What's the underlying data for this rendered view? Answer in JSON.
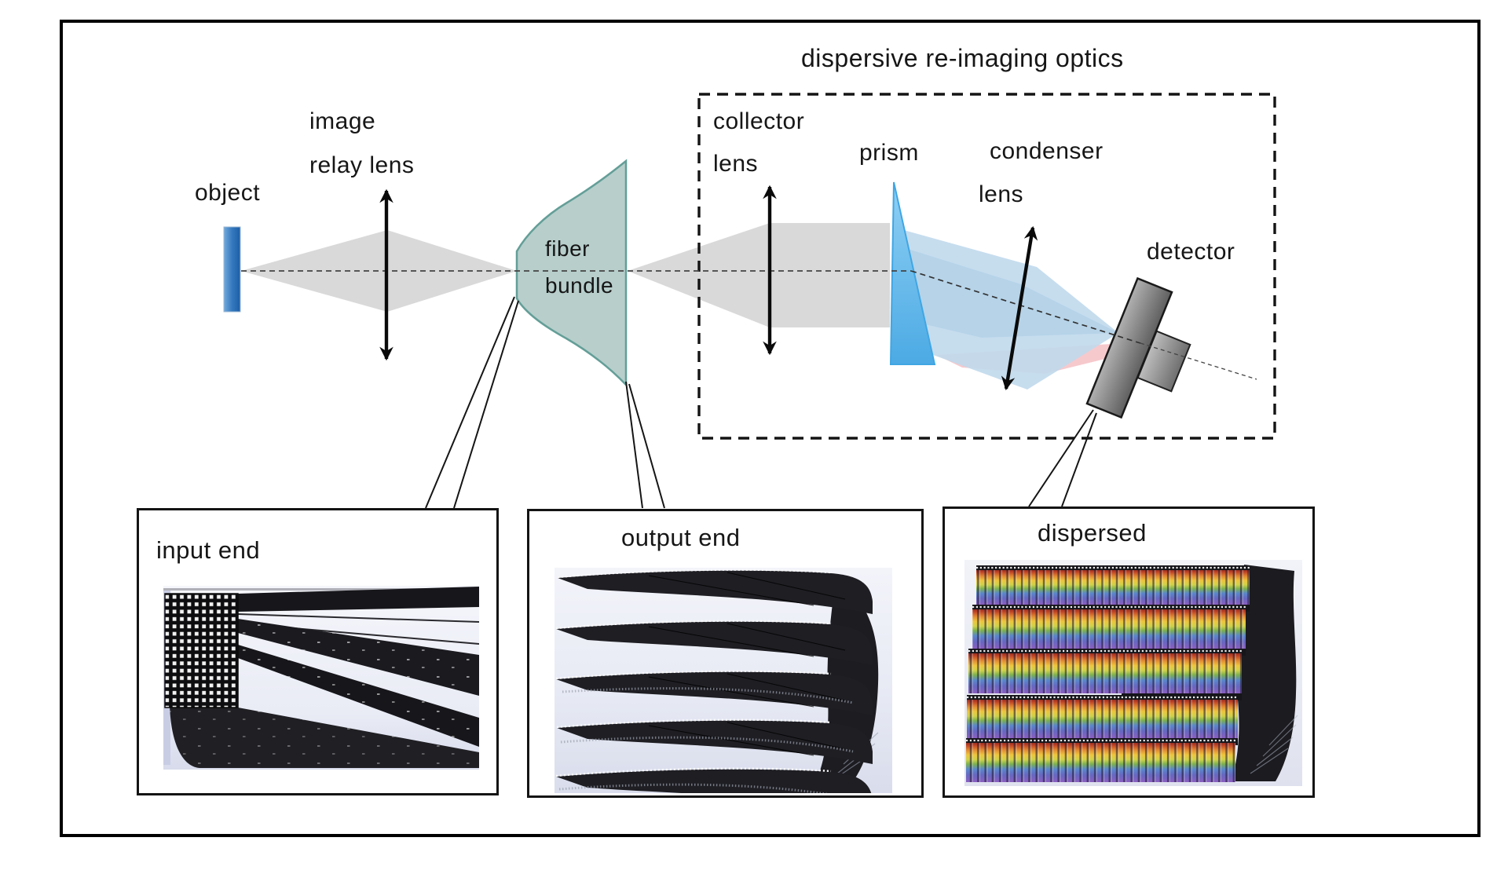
{
  "figure": {
    "kind": "optical-system-schematic",
    "title": "dispersive re-imaging optics",
    "labels": {
      "object": "object",
      "relay_line1": "image",
      "relay_line2": "relay lens",
      "fiber_line1": "fiber",
      "fiber_line2": "bundle",
      "collector_line1": "collector",
      "collector_line2": "lens",
      "prism": "prism",
      "condenser_line1": "condenser",
      "condenser_line2": "lens",
      "detector": "detector"
    },
    "insets": [
      {
        "id": "input-end",
        "label": "input end"
      },
      {
        "id": "output-end",
        "label": "output end"
      },
      {
        "id": "dispersed",
        "label": "dispersed"
      }
    ],
    "colors": {
      "object_blue": "#3579bd",
      "beam_gray": "#d9d9d9",
      "bundle_fill": "#b7cecb",
      "bundle_stroke": "#639e97",
      "prism_blue": "#61b7ea",
      "beam_blue": "#c0d9ec",
      "beam_pink": "#f6c6ca",
      "detector_gray": "#8a8a8a",
      "frame_black": "#000000"
    }
  }
}
